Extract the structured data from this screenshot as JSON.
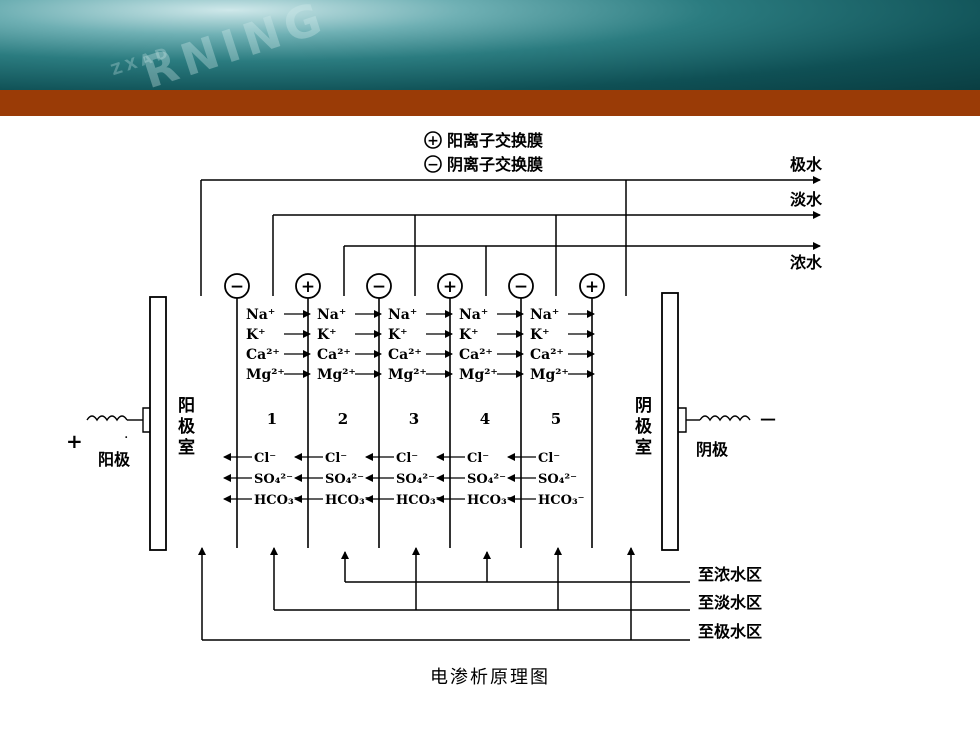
{
  "banner": {
    "watermark_main": "RNING",
    "watermark_sub": "ZXAD"
  },
  "legend": {
    "cation_symbol": "+",
    "cation_label": "阳离子交换膜",
    "anion_symbol": "−",
    "anion_label": "阴离子交换膜"
  },
  "outlets": {
    "electrode_water": "极水",
    "dilute_water": "淡水",
    "concentrate_water": "浓水"
  },
  "membranes": [
    "−",
    "+",
    "−",
    "+",
    "−",
    "+"
  ],
  "compartments": [
    "1",
    "2",
    "3",
    "4",
    "5"
  ],
  "cations": {
    "na": "Na⁺",
    "k": "K⁺",
    "ca": "Ca²⁺",
    "mg": "Mg²⁺"
  },
  "anions": {
    "cl": "Cl⁻",
    "so4": "SO₄²⁻",
    "hco3": "HCO₃⁻"
  },
  "anode": {
    "chamber_chars": [
      "阳",
      "极",
      "室"
    ],
    "label": "阳极",
    "sign": "+",
    "sign2": "·"
  },
  "cathode": {
    "chamber_chars": [
      "阴",
      "极",
      "室"
    ],
    "label": "阴极",
    "sign": "—"
  },
  "inlets": {
    "to_concentrate": "至浓水区",
    "to_dilute": "至淡水区",
    "to_electrode": "至极水区"
  },
  "caption": "电渗析原理图"
}
